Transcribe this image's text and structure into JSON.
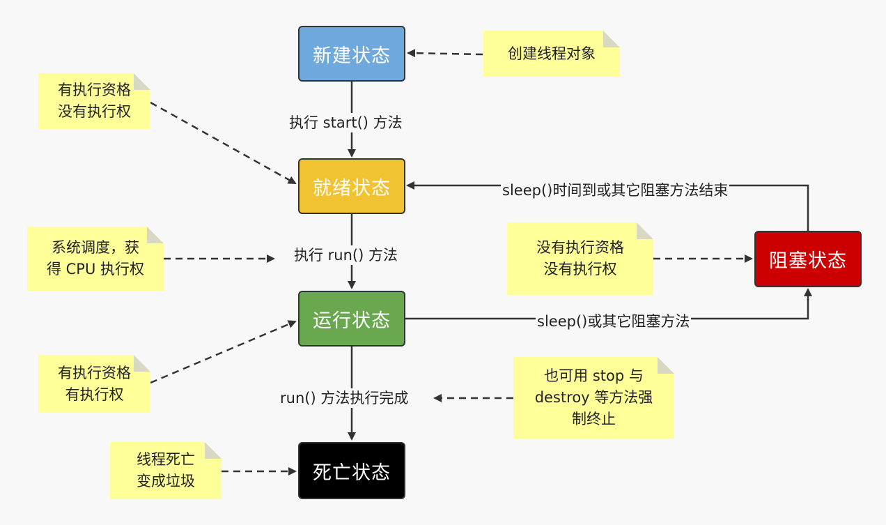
{
  "colors": {
    "new": "#6fa8dc",
    "ready": "#f1c232",
    "running": "#6aa84f",
    "blocked": "#cc0000",
    "dead": "#000000",
    "note": "#ffff99",
    "line": "#333333"
  },
  "states": {
    "new": "新建状态",
    "ready": "就绪状态",
    "running": "运行状态",
    "blocked": "阻塞状态",
    "dead": "死亡状态"
  },
  "edges": {
    "start": "执行 start() 方法",
    "run": "执行 run() 方法",
    "run_done": "run() 方法执行完成",
    "sleep_end": "sleep()时间到或其它阻塞方法结束",
    "sleep": "sleep()或其它阻塞方法"
  },
  "notes": {
    "create": "创建线程对象",
    "ready_rights": "有执行资格\n没有执行权",
    "cpu": "系统调度，获\n得 CPU 执行权",
    "running_rights": "有执行资格\n有执行权",
    "dead_info": "线程死亡\n变成垃圾",
    "blocked_rights": "没有执行资格\n没有执行权",
    "stop": "也可用 stop 与\ndestroy 等方法强\n制终止"
  }
}
